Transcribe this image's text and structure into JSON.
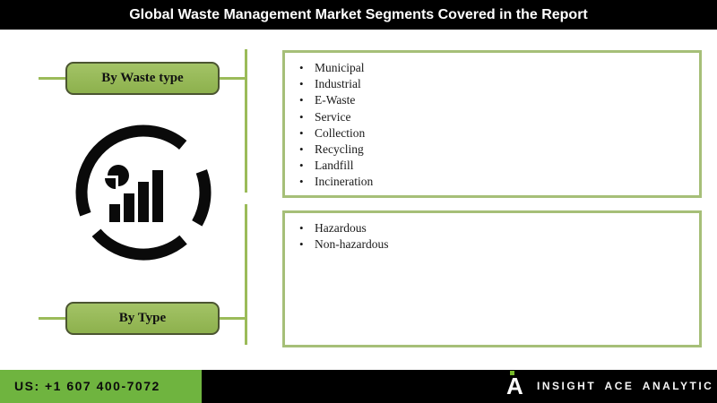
{
  "title": "Global Waste Management Market Segments Covered in the Report",
  "colors": {
    "connector_green": "#9bbb59",
    "node_fill": "#94b855",
    "node_border": "#4b5531",
    "box_border": "#a6bf78",
    "footer_green": "#6fb43f",
    "footer_black": "#000000",
    "logo_green": "#76b82a",
    "title_bg": "#000000",
    "title_text": "#ffffff"
  },
  "segments": [
    {
      "button_label": "By Waste type",
      "items": [
        "Municipal",
        "Industrial",
        "E-Waste",
        "Service",
        "Collection",
        "Recycling",
        "Landfill",
        "Incineration"
      ]
    },
    {
      "button_label": "By Type",
      "items": [
        "Hazardous",
        "Non-hazardous"
      ]
    }
  ],
  "icon": {
    "name": "market-analysis-chart-icon"
  },
  "footer": {
    "phone": "US: +1 607 400-7072",
    "brand": "INSIGHT ACE ANALYTIC"
  }
}
